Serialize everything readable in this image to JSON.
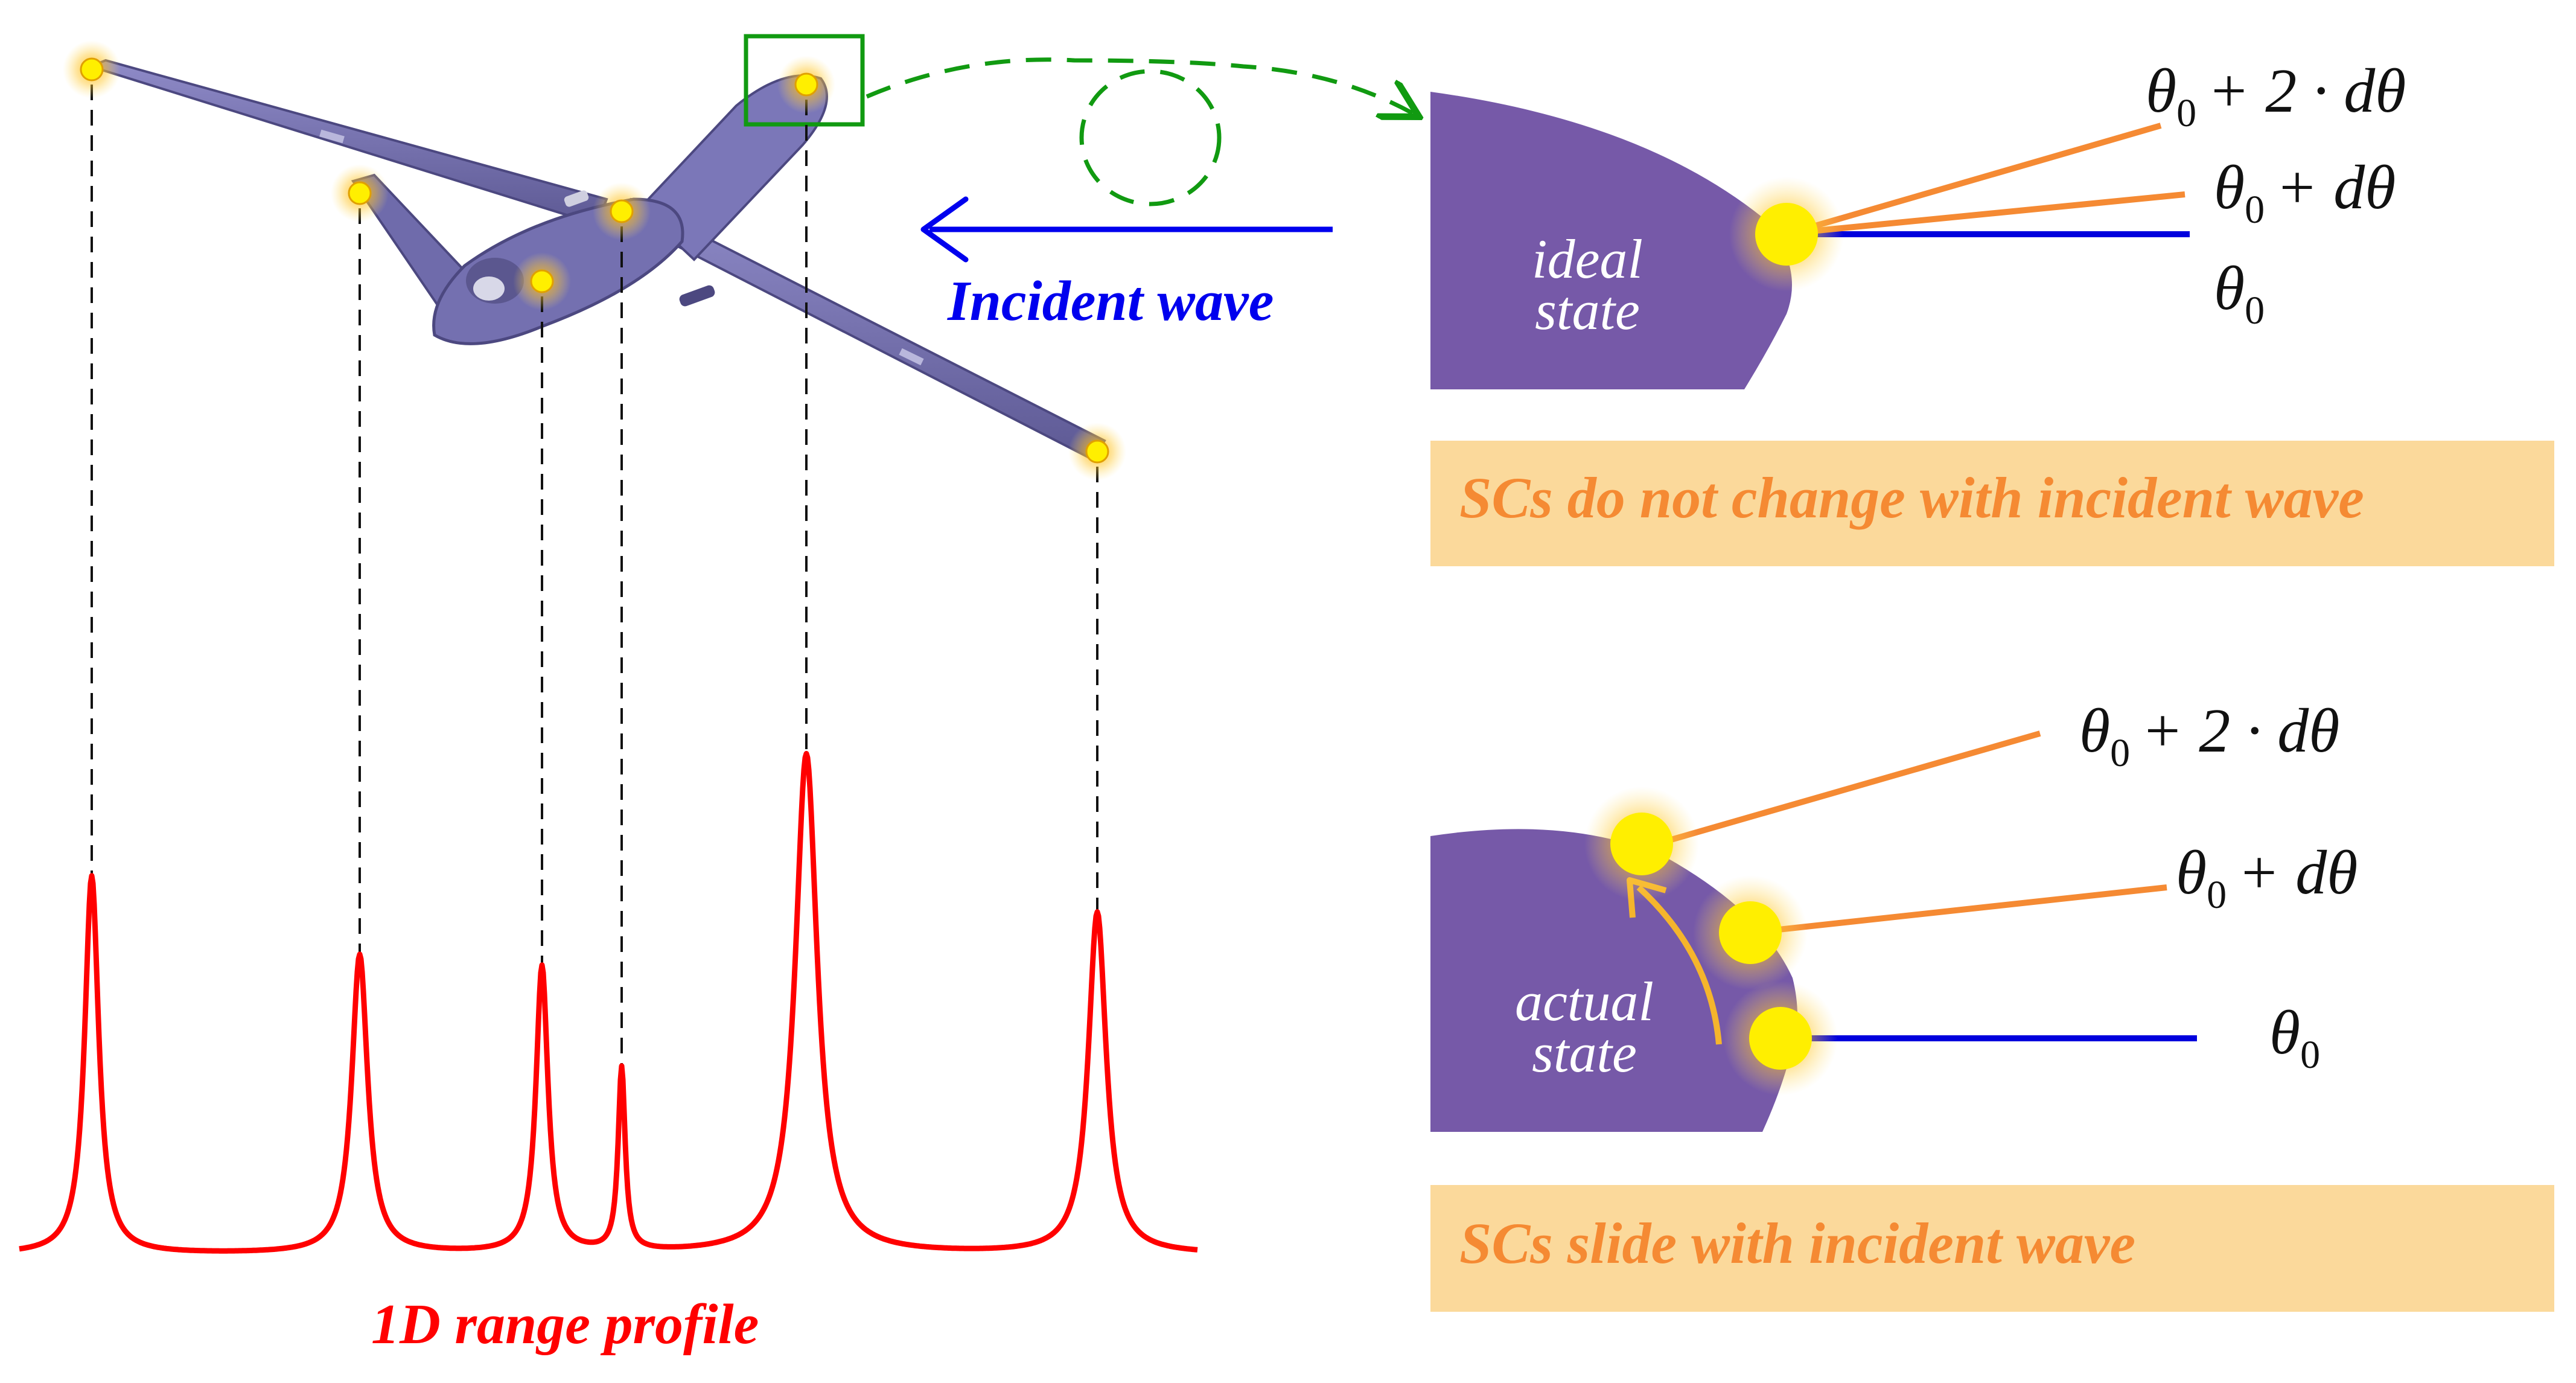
{
  "labels": {
    "incident_wave": "Incident wave",
    "range_profile": "1D range profile",
    "ideal_state_line1": "ideal",
    "ideal_state_line2": "state",
    "actual_state_line1": "actual",
    "actual_state_line2": "state",
    "caption_ideal": "SCs do not change with incident wave",
    "caption_actual": "SCs slide with incident wave"
  },
  "angles": {
    "theta": "θ",
    "sub": "0",
    "plus_two_dtheta": "+ 2 · dθ",
    "plus_dtheta": "+ dθ"
  },
  "colors": {
    "aircraft": "#7470b0",
    "aircraft_dark": "#5b578f",
    "region": "#7659a8",
    "profile": "#ff0000",
    "incident_arrow": "#0000ee",
    "zoom_box": "#119a11",
    "ray_orange": "#f58a33",
    "ray_blue": "#0000dd",
    "scatter_point": "#ffef00",
    "caption_bg": "#fbd99b",
    "caption_text": "#f58a33",
    "slide_arrow": "#f5b52c"
  },
  "range_profile": {
    "peak_heights": [
      0.62,
      0.49,
      0.47,
      0.3,
      0.82,
      0.56
    ]
  },
  "icons": [
    "aircraft-icon",
    "scattering-center-icon",
    "zoom-box-icon"
  ]
}
